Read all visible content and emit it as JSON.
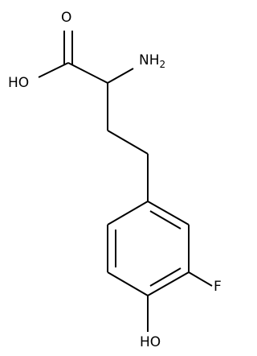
{
  "molecule": {
    "atoms": {
      "carbonyl_oxygen": "O",
      "hydroxyl_acid": "HO",
      "amine_main": "NH",
      "amine_sub": "2",
      "fluorine": "F",
      "phenol": "HO"
    }
  }
}
